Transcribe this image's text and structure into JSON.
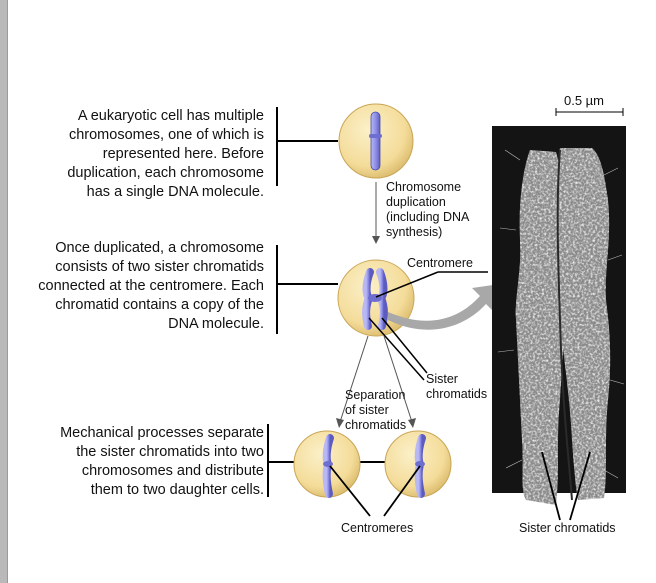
{
  "paragraphs": {
    "p1": [
      "A eukaryotic cell has multiple",
      "chromosomes, one of which is",
      "represented here. Before",
      "duplication, each chromosome",
      "has a single DNA molecule."
    ],
    "p2": [
      "Once duplicated, a chromosome",
      "consists of two sister chromatids",
      "connected at the centromere. Each",
      "chromatid contains a copy of the",
      "DNA molecule."
    ],
    "p3": [
      "Mechanical processes separate",
      "the sister chromatids into two",
      "chromosomes and distribute",
      "them to two daughter cells."
    ]
  },
  "labels": {
    "duplication": [
      "Chromosome",
      "duplication",
      "(including DNA",
      "synthesis)"
    ],
    "centromere": "Centromere",
    "sister": [
      "Sister",
      "chromatids"
    ],
    "separation": [
      "Separation",
      "of sister",
      "chromatids"
    ],
    "centromeres": "Centromeres",
    "sister_chromatids": "Sister chromatids",
    "scale": "0.5 µm"
  },
  "colors": {
    "cell_fill": "#f4dc9a",
    "chromosome": "#8c8ce6",
    "arrow": "#a8a8a8",
    "micrograph_bg": "#141414"
  }
}
